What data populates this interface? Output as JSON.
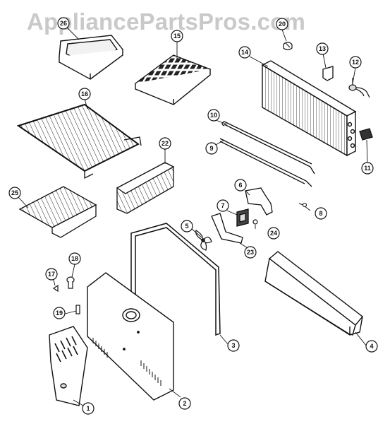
{
  "watermark": "AppliancePartsPros.com",
  "callouts": {
    "c1": "1",
    "c2": "2",
    "c3": "3",
    "c4": "4",
    "c5": "5",
    "c6": "6",
    "c7": "7",
    "c8": "8",
    "c9": "9",
    "c10": "10",
    "c11": "11",
    "c12": "12",
    "c13": "13",
    "c14": "14",
    "c15": "15",
    "c16": "16",
    "c17": "17",
    "c18": "18",
    "c19": "19",
    "c20": "20",
    "c22": "22",
    "c23": "23",
    "c24": "24",
    "c25": "25",
    "c26": "26"
  }
}
